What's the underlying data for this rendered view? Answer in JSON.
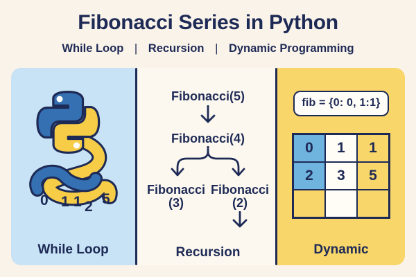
{
  "header": {
    "title": "Fibonacci Series in Python",
    "subtitle_items": [
      "While Loop",
      "Recursion",
      "Dynamic Programming"
    ],
    "separator": "|"
  },
  "while_loop_panel": {
    "label": "While Loop",
    "sequence": [
      "0",
      "1",
      "1",
      "2",
      "5"
    ]
  },
  "recursion_panel": {
    "label": "Recursion",
    "root": "Fibonacci(5)",
    "level2": "Fibonacci(4)",
    "left_child_name": "Fibonacci",
    "left_child_arg": "(3)",
    "right_child_name": "Fibonacci",
    "right_child_arg": "(2)"
  },
  "dynamic_panel": {
    "label": "Dynamic",
    "memo_code": "fib = {0: 0, 1:1}",
    "grid": [
      [
        "0",
        "1",
        "1"
      ],
      [
        "2",
        "3",
        "5"
      ],
      [
        "",
        "",
        ""
      ]
    ]
  },
  "colors": {
    "navy": "#1E2A56",
    "panel_blue": "#C8E3F5",
    "panel_yellow": "#F8D66A",
    "cell_blue": "#6FB3DF",
    "python_blue": "#3470B2",
    "python_yellow": "#F7CC46",
    "background": "#FAF3E9"
  }
}
